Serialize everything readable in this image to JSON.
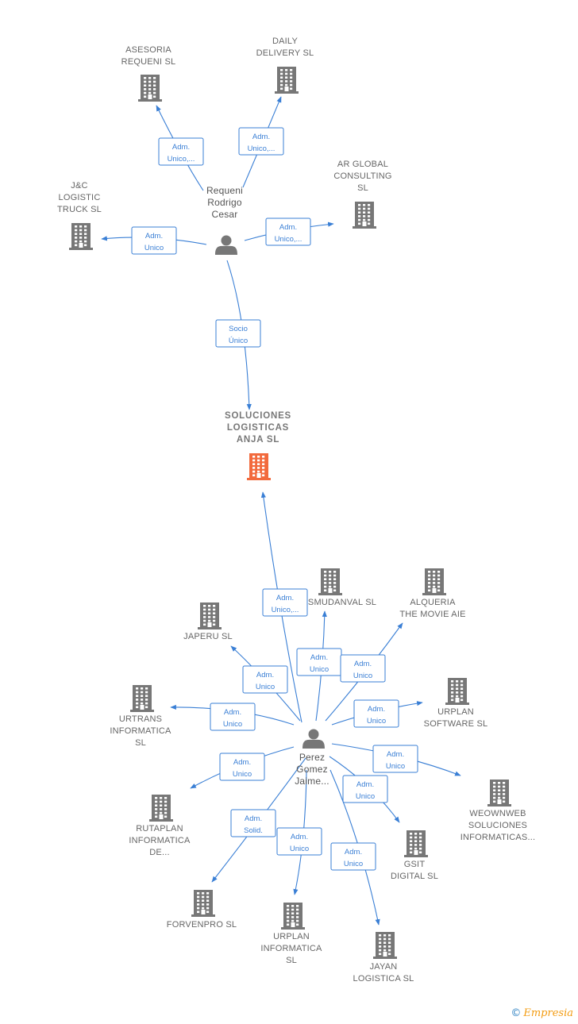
{
  "colors": {
    "edge": "#3a7fd5",
    "company": "#777777",
    "main_company": "#f26a3d",
    "person": "#777777"
  },
  "main_node": {
    "id": "main",
    "label": [
      "SOLUCIONES",
      "LOGISTICAS",
      "ANJA  SL"
    ]
  },
  "people": [
    {
      "id": "p1",
      "label": [
        "Requeni",
        "Rodrigo",
        "Cesar"
      ]
    },
    {
      "id": "p2",
      "label": [
        "Perez",
        "Gomez",
        "Jaime..."
      ]
    }
  ],
  "companies": [
    {
      "id": "c_asesoria",
      "label": [
        "ASESORIA",
        "REQUENI  SL"
      ]
    },
    {
      "id": "c_daily",
      "label": [
        "DAILY",
        "DELIVERY  SL"
      ]
    },
    {
      "id": "c_ar",
      "label": [
        "AR GLOBAL",
        "CONSULTING",
        "SL"
      ]
    },
    {
      "id": "c_jc",
      "label": [
        "J&C",
        "LOGISTIC",
        "TRUCK  SL"
      ]
    },
    {
      "id": "c_smudanval",
      "label": [
        "SMUDANVAL SL"
      ]
    },
    {
      "id": "c_alqueria",
      "label": [
        "ALQUERIA",
        "THE MOVIE AIE"
      ]
    },
    {
      "id": "c_japeru",
      "label": [
        "JAPERU SL"
      ]
    },
    {
      "id": "c_urplansoft",
      "label": [
        "URPLAN",
        "SOFTWARE  SL"
      ]
    },
    {
      "id": "c_urtrans",
      "label": [
        "URTRANS",
        "INFORMATICA",
        "SL"
      ]
    },
    {
      "id": "c_weownweb",
      "label": [
        "WEOWNWEB",
        "SOLUCIONES",
        "INFORMATICAS..."
      ]
    },
    {
      "id": "c_rutaplan",
      "label": [
        "RUTAPLAN",
        "INFORMATICA",
        "DE..."
      ]
    },
    {
      "id": "c_gsit",
      "label": [
        "GSIT",
        "DIGITAL SL"
      ]
    },
    {
      "id": "c_forvenpro",
      "label": [
        "FORVENPRO SL"
      ]
    },
    {
      "id": "c_urplaninf",
      "label": [
        "URPLAN",
        "INFORMATICA",
        "SL"
      ]
    },
    {
      "id": "c_jayan",
      "label": [
        "JAYAN",
        "LOGISTICA  SL"
      ]
    }
  ],
  "edges": [
    {
      "from": "p1",
      "to": "c_asesoria",
      "label": [
        "Adm.",
        "Unico,..."
      ]
    },
    {
      "from": "p1",
      "to": "c_daily",
      "label": [
        "Adm.",
        "Unico,..."
      ]
    },
    {
      "from": "p1",
      "to": "c_ar",
      "label": [
        "Adm.",
        "Unico,..."
      ]
    },
    {
      "from": "p1",
      "to": "c_jc",
      "label": [
        "Adm.",
        "Unico"
      ]
    },
    {
      "from": "p1",
      "to": "main",
      "label": [
        "Socio",
        "Único"
      ]
    },
    {
      "from": "p2",
      "to": "main",
      "label": [
        "Adm.",
        "Unico,..."
      ]
    },
    {
      "from": "p2",
      "to": "c_smudanval",
      "label": [
        "Adm.",
        "Unico"
      ]
    },
    {
      "from": "p2",
      "to": "c_alqueria",
      "label": [
        "Adm.",
        "Unico"
      ]
    },
    {
      "from": "p2",
      "to": "c_japeru",
      "label": [
        "Adm.",
        "Unico"
      ]
    },
    {
      "from": "p2",
      "to": "c_urplansoft",
      "label": [
        "Adm.",
        "Unico"
      ]
    },
    {
      "from": "p2",
      "to": "c_urtrans",
      "label": [
        "Adm.",
        "Unico"
      ]
    },
    {
      "from": "p2",
      "to": "c_weownweb",
      "label": [
        "Adm.",
        "Unico"
      ]
    },
    {
      "from": "p2",
      "to": "c_rutaplan",
      "label": [
        "Adm.",
        "Unico"
      ]
    },
    {
      "from": "p2",
      "to": "c_gsit",
      "label": [
        "Adm.",
        "Unico"
      ]
    },
    {
      "from": "p2",
      "to": "c_forvenpro",
      "label": [
        "Adm.",
        "Solid."
      ]
    },
    {
      "from": "p2",
      "to": "c_urplaninf",
      "label": [
        "Adm.",
        "Unico"
      ]
    },
    {
      "from": "p2",
      "to": "c_jayan",
      "label": [
        "Adm.",
        "Unico"
      ]
    }
  ],
  "footer": {
    "copyright": "©",
    "brand": "Empresia"
  }
}
